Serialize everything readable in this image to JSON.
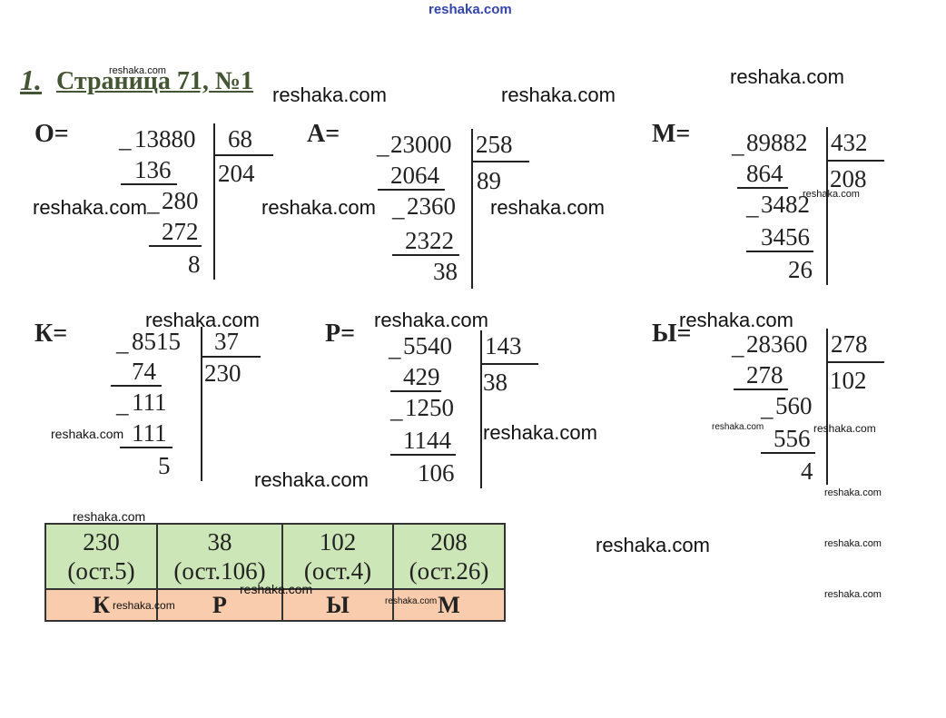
{
  "watermark": "reshaka.com",
  "title": {
    "number": "1.",
    "text": "Страница 71, №1"
  },
  "divisions": {
    "O": {
      "label": "О=",
      "lines": [
        "13880",
        "136",
        "280",
        "272",
        "8"
      ],
      "divisor": "68",
      "quotient": "204"
    },
    "A": {
      "label": "А=",
      "lines": [
        "23000",
        "2064",
        "2360",
        "2322",
        "38"
      ],
      "divisor": "258",
      "quotient": "89"
    },
    "M": {
      "label": "М=",
      "lines": [
        "89882",
        "864",
        "3482",
        "3456",
        "26"
      ],
      "divisor": "432",
      "quotient": "208"
    },
    "K": {
      "label": "К=",
      "lines": [
        "8515",
        "74",
        "111",
        "111",
        "5"
      ],
      "divisor": "37",
      "quotient": "230"
    },
    "R": {
      "label": "Р=",
      "lines": [
        "5540",
        "429",
        "1250",
        "1144",
        "106"
      ],
      "divisor": "143",
      "quotient": "38"
    },
    "Y": {
      "label": "Ы=",
      "lines": [
        "28360",
        "278",
        "560",
        "556",
        "4"
      ],
      "divisor": "278",
      "quotient": "102"
    }
  },
  "minus": "_",
  "table": {
    "values": [
      {
        "num": "230",
        "rem": "(ост.5)"
      },
      {
        "num": "38",
        "rem": "(ост.106)"
      },
      {
        "num": "102",
        "rem": "(ост.4)"
      },
      {
        "num": "208",
        "rem": "(ост.26)"
      }
    ],
    "letters": [
      "К",
      "Р",
      "Ы",
      "М"
    ]
  }
}
